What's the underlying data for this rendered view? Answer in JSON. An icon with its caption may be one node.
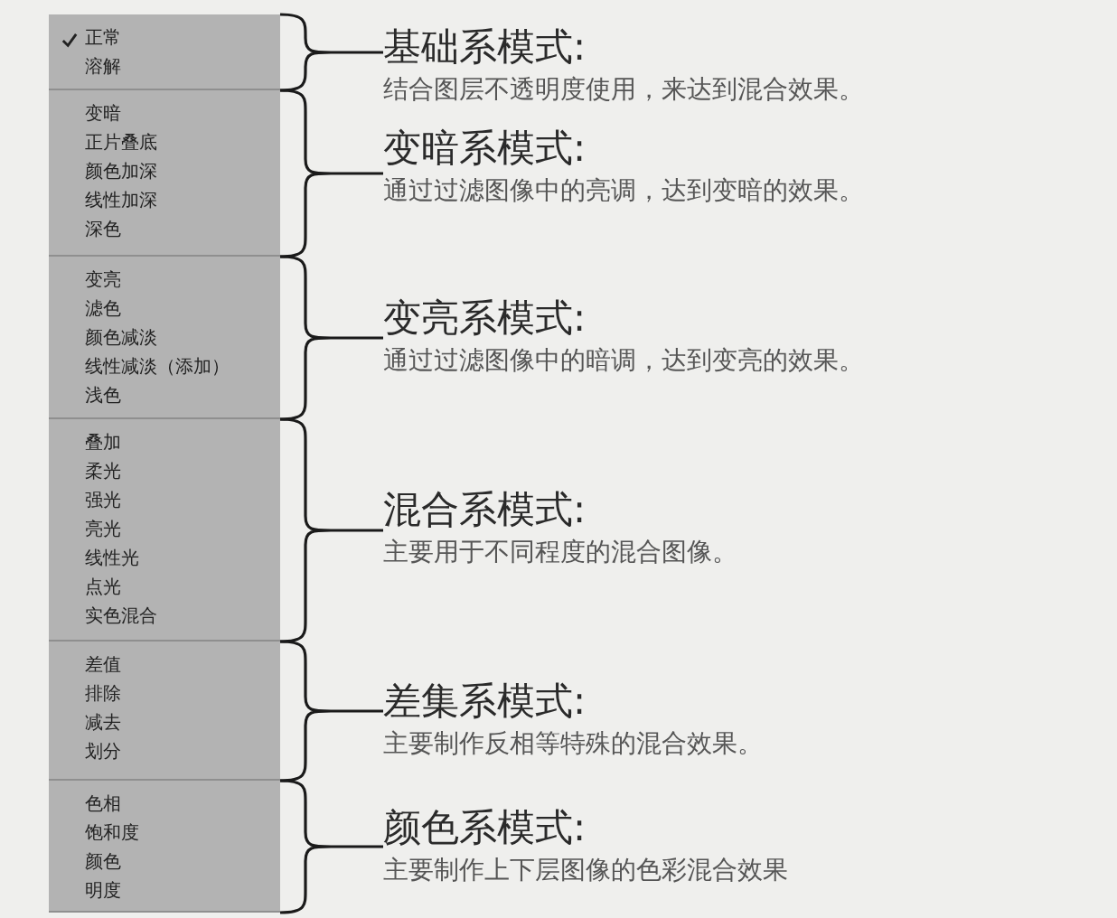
{
  "diagram": {
    "nodes": [
      {
        "text": [
          "正常",
          "溶解"
        ]
      },
      {
        "text": [
          "变暗",
          "正片叠底",
          "颜色加深",
          "线性加深",
          "深色"
        ]
      },
      {
        "text": [
          "变亮",
          "滤色",
          "颜色减淡",
          "线性减淡（添加）",
          "浅色"
        ]
      },
      {
        "text": [
          "叠加",
          "柔光",
          "强光",
          "亮光",
          "线性光",
          "点光",
          "实色混合"
        ]
      },
      {
        "text": [
          "差值",
          "排除",
          "减去",
          "划分"
        ]
      },
      {
        "text": [
          "色相",
          "饱和度",
          "颜色",
          "明度"
        ]
      },
      {
        "text": [
          "基础系模式:",
          "结合图层不透明度使用，来达到混合效果。"
        ]
      },
      {
        "text": [
          "变暗系模式:",
          "通过过滤图像中的亮调，达到变暗的效果。"
        ]
      },
      {
        "text": [
          "变亮系模式:",
          "通过过滤图像中的暗调，达到变亮的效果。"
        ]
      },
      {
        "text": [
          "混合系模式:",
          "主要用于不同程度的混合图像。"
        ]
      },
      {
        "text": [
          "差集系模式:",
          "主要制作反相等特殊的混合效果。"
        ]
      },
      {
        "text": [
          "颜色系模式:",
          "主要制作上下层图像的色彩混合效果"
        ]
      }
    ],
    "edges": [
      {
        "from": 0,
        "to": 6,
        "arrow": "none"
      },
      {
        "from": 1,
        "to": 7,
        "arrow": "none"
      },
      {
        "from": 2,
        "to": 8,
        "arrow": "none"
      },
      {
        "from": 3,
        "to": 9,
        "arrow": "none"
      },
      {
        "from": 4,
        "to": 10,
        "arrow": "none"
      },
      {
        "from": 5,
        "to": 11,
        "arrow": "none"
      }
    ]
  }
}
